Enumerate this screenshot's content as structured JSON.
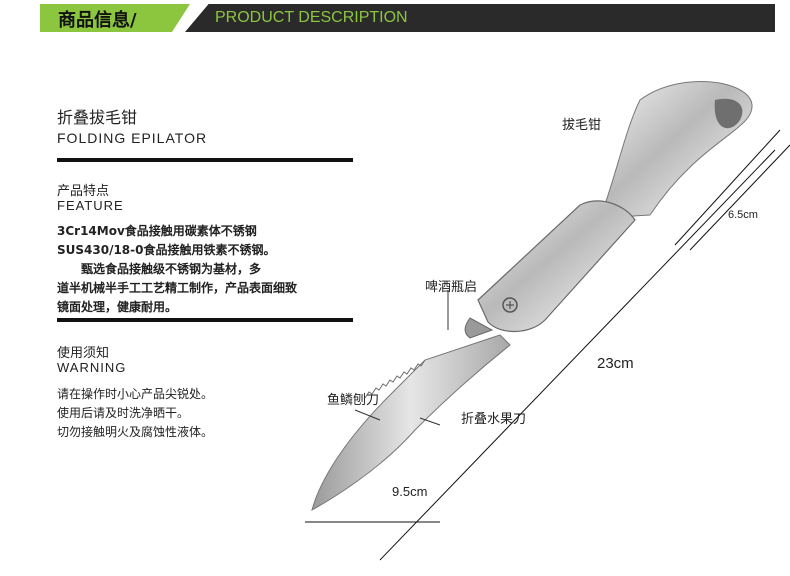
{
  "header": {
    "title_cn": "商品信息/",
    "title_en": "PRODUCT DESCRIPTION"
  },
  "product": {
    "name_cn": "折叠拔毛钳",
    "name_en": "FOLDING EPILATOR"
  },
  "feature": {
    "title_cn": "产品特点",
    "title_en": "FEATURE",
    "lines": [
      "3Cr14Mov食品接触用碳素体不锈钢",
      "SUS430/18-0食品接触用铁素不锈钢。",
      "　　甄选食品接触级不锈钢为基材，多",
      "道半机械半手工工艺精工制作，产品表面细致",
      "镜面处理，健康耐用。"
    ]
  },
  "warning": {
    "title_cn": "使用须知",
    "title_en": "WARNING",
    "lines": [
      "请在操作时小心产品尖锐处。",
      "使用后请及时洗净晒干。",
      "切勿接触明火及腐蚀性液体。"
    ]
  },
  "labels": {
    "epilator": "拔毛钳",
    "bottle_opener": "啤酒瓶启",
    "scaler": "鱼鳞刨刀",
    "fruit_knife": "折叠水果刀"
  },
  "dimensions": {
    "width_top": "6.5cm",
    "length": "23cm",
    "width_bottom": "9.5cm"
  },
  "colors": {
    "accent_green": "#8cc63f",
    "header_dark": "#2a2a2a"
  }
}
